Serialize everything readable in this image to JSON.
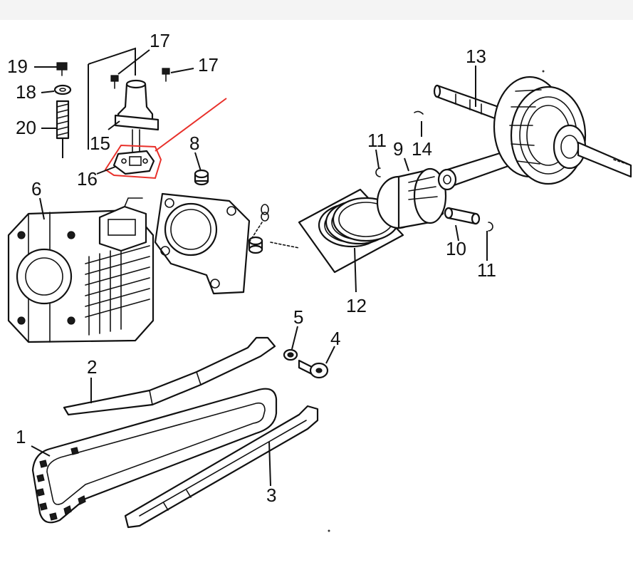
{
  "colors": {
    "background": "#f4f4f4",
    "paper": "#ffffff",
    "ink": "#111111",
    "highlight": "#e8302a"
  },
  "callouts": {
    "c1": "1",
    "c2": "2",
    "c3": "3",
    "c4": "4",
    "c5": "5",
    "c6": "6",
    "c8": "8",
    "c9": "9",
    "c10": "10",
    "c11a": "11",
    "c11b": "11",
    "c12": "12",
    "c13": "13",
    "c14": "14",
    "c15": "15",
    "c16": "16",
    "c17a": "17",
    "c17b": "17",
    "c18": "18",
    "c19": "19",
    "c20": "20"
  },
  "highlight": {
    "part": "16",
    "color": "#e8302a"
  }
}
